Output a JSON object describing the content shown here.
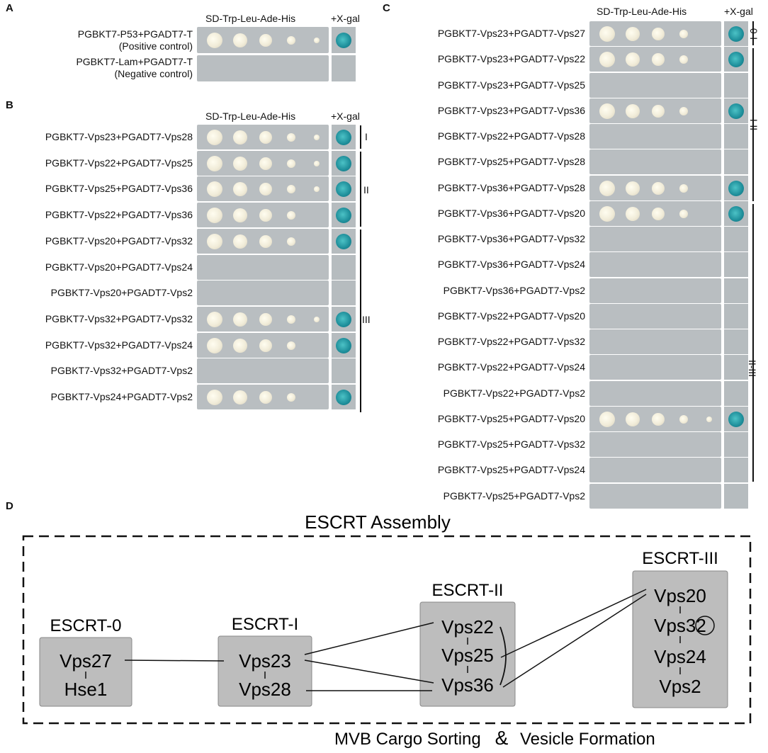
{
  "panel_letters": {
    "a": "A",
    "b": "B",
    "c": "C",
    "d": "D"
  },
  "headers": {
    "sd": "SD-Trp-Leu-Ade-His",
    "xgal": "+X-gal"
  },
  "panelA": {
    "rows": [
      {
        "label1": "PGBKT7-P53+PGADT7-T",
        "label2": "(Positive control)",
        "growth": 5,
        "blue": 1
      },
      {
        "label1": "PGBKT7-Lam+PGADT7-T",
        "label2": "(Negative control)",
        "growth": 0,
        "blue": 0
      }
    ]
  },
  "panelB": {
    "rows": [
      {
        "label": "PGBKT7-Vps23+PGADT7-Vps28",
        "growth": 5,
        "blue": 1
      },
      {
        "label": "PGBKT7-Vps22+PGADT7-Vps25",
        "growth": 5,
        "blue": 1
      },
      {
        "label": "PGBKT7-Vps25+PGADT7-Vps36",
        "growth": 5,
        "blue": 1
      },
      {
        "label": "PGBKT7-Vps22+PGADT7-Vps36",
        "growth": 4,
        "blue": 1
      },
      {
        "label": "PGBKT7-Vps20+PGADT7-Vps32",
        "growth": 4,
        "blue": 1
      },
      {
        "label": "PGBKT7-Vps20+PGADT7-Vps24",
        "growth": 0,
        "blue": 0
      },
      {
        "label": "PGBKT7-Vps20+PGADT7-Vps2",
        "growth": 0,
        "blue": 0
      },
      {
        "label": "PGBKT7-Vps32+PGADT7-Vps32",
        "growth": 5,
        "blue": 1
      },
      {
        "label": "PGBKT7-Vps32+PGADT7-Vps24",
        "growth": 4,
        "blue": 1
      },
      {
        "label": "PGBKT7-Vps32+PGADT7-Vps2",
        "growth": 0,
        "blue": 0
      },
      {
        "label": "PGBKT7-Vps24+PGADT7-Vps2",
        "growth": 4,
        "blue": 1
      }
    ],
    "groups": [
      "I",
      "II",
      "III"
    ]
  },
  "panelC": {
    "rows": [
      {
        "label": "PGBKT7-Vps23+PGADT7-Vps27",
        "growth": 4,
        "blue": 1
      },
      {
        "label": "PGBKT7-Vps23+PGADT7-Vps22",
        "growth": 4,
        "blue": 1
      },
      {
        "label": "PGBKT7-Vps23+PGADT7-Vps25",
        "growth": 0,
        "blue": 0
      },
      {
        "label": "PGBKT7-Vps23+PGADT7-Vps36",
        "growth": 4,
        "blue": 1
      },
      {
        "label": "PGBKT7-Vps22+PGADT7-Vps28",
        "growth": 0,
        "blue": 0
      },
      {
        "label": "PGBKT7-Vps25+PGADT7-Vps28",
        "growth": 0,
        "blue": 0
      },
      {
        "label": "PGBKT7-Vps36+PGADT7-Vps28",
        "growth": 4,
        "blue": 1
      },
      {
        "label": "PGBKT7-Vps36+PGADT7-Vps20",
        "growth": 4,
        "blue": 1
      },
      {
        "label": "PGBKT7-Vps36+PGADT7-Vps32",
        "growth": 0,
        "blue": 0
      },
      {
        "label": "PGBKT7-Vps36+PGADT7-Vps24",
        "growth": 0,
        "blue": 0
      },
      {
        "label": "PGBKT7-Vps36+PGADT7-Vps2",
        "growth": 0,
        "blue": 0
      },
      {
        "label": "PGBKT7-Vps22+PGADT7-Vps20",
        "growth": 0,
        "blue": 0
      },
      {
        "label": "PGBKT7-Vps22+PGADT7-Vps32",
        "growth": 0,
        "blue": 0
      },
      {
        "label": "PGBKT7-Vps22+PGADT7-Vps24",
        "growth": 0,
        "blue": 0
      },
      {
        "label": "PGBKT7-Vps22+PGADT7-Vps2",
        "growth": 0,
        "blue": 0
      },
      {
        "label": "PGBKT7-Vps25+PGADT7-Vps20",
        "growth": 5,
        "blue": 1
      },
      {
        "label": "PGBKT7-Vps25+PGADT7-Vps32",
        "growth": 0,
        "blue": 0
      },
      {
        "label": "PGBKT7-Vps25+PGADT7-Vps24",
        "growth": 0,
        "blue": 0
      },
      {
        "label": "PGBKT7-Vps25+PGADT7-Vps2",
        "growth": 0,
        "blue": 0
      }
    ],
    "groups": [
      "0-I",
      "I-II",
      "II-III"
    ]
  },
  "panelD": {
    "title": "ESCRT Assembly",
    "footer_left": "MVB Cargo Sorting",
    "footer_amp": "&",
    "footer_right": "Vesicle Formation",
    "complexes": [
      {
        "name": "ESCRT-0",
        "members": [
          "Vps27",
          "Hse1"
        ]
      },
      {
        "name": "ESCRT-I",
        "members": [
          "Vps23",
          "Vps28"
        ]
      },
      {
        "name": "ESCRT-II",
        "members": [
          "Vps22",
          "Vps25",
          "Vps36"
        ]
      },
      {
        "name": "ESCRT-III",
        "members": [
          "Vps20",
          "Vps32",
          "Vps24",
          "Vps2"
        ]
      }
    ]
  }
}
